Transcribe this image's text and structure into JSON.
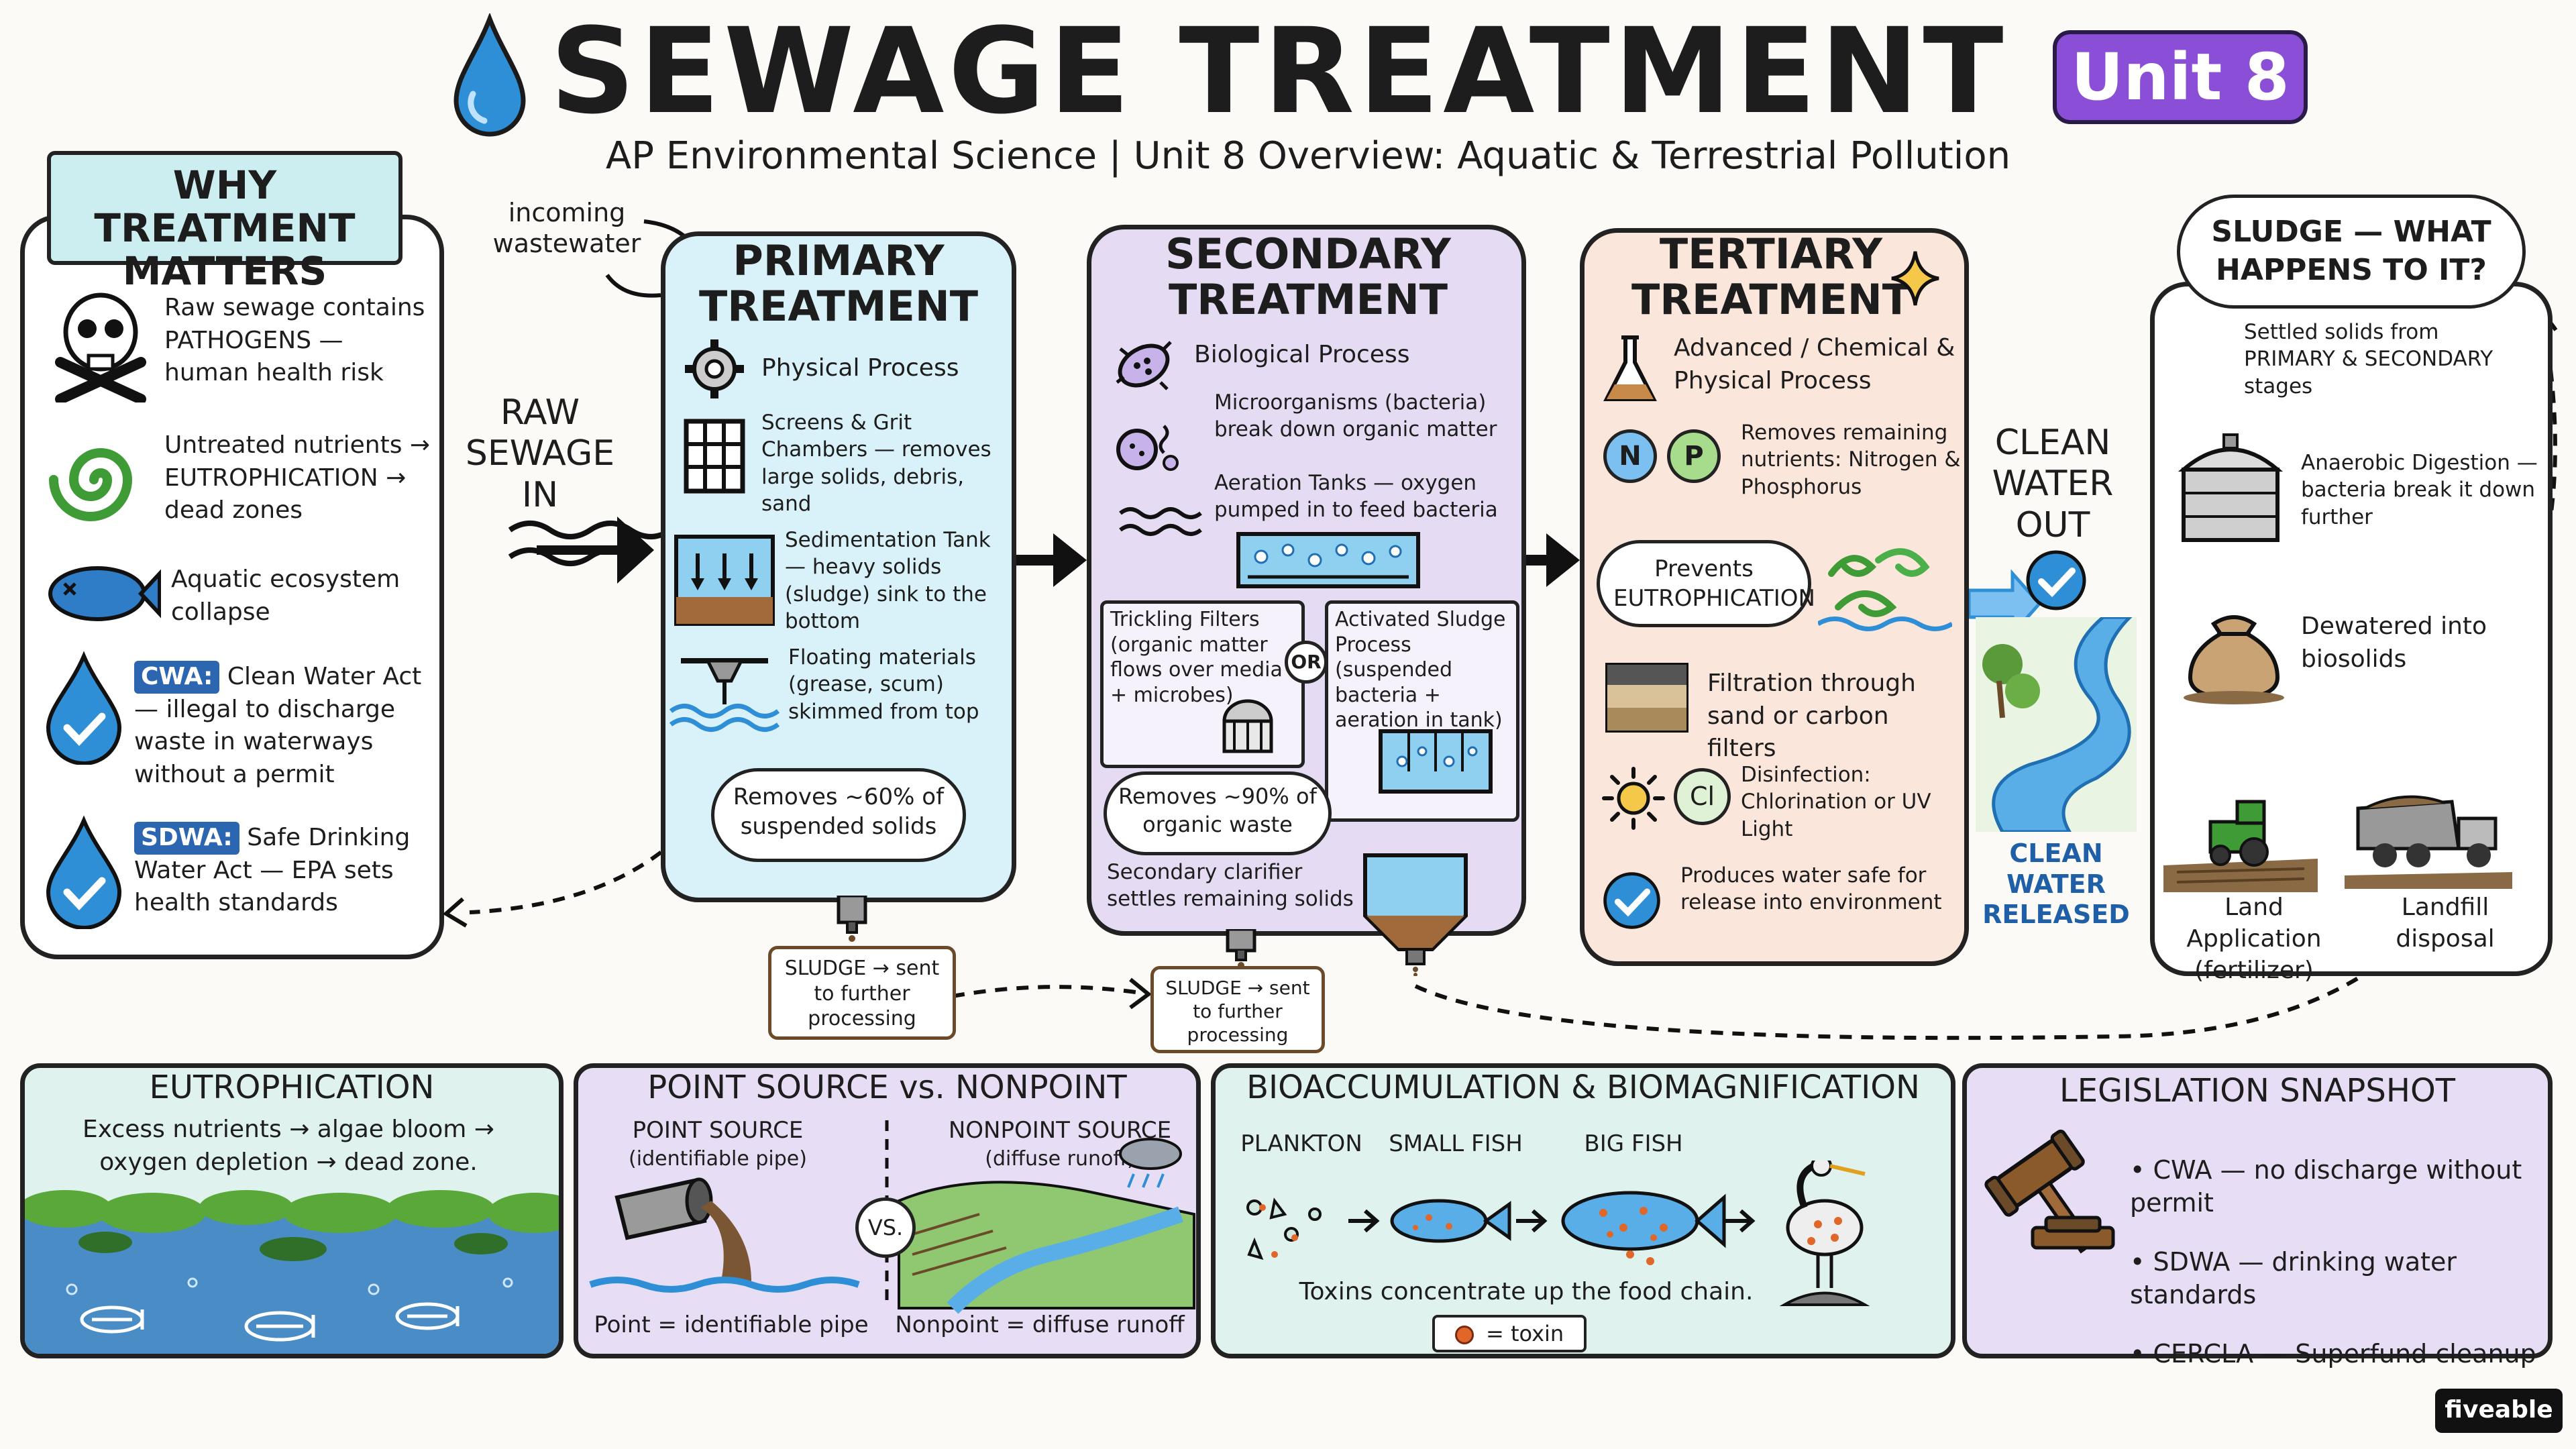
{
  "header": {
    "title": "SEWAGE TREATMENT",
    "badge": "Unit 8",
    "subtitle": "AP Environmental Science | Unit 8 Overview: Aquatic & Terrestrial Pollution"
  },
  "why": {
    "title": "WHY TREATMENT MATTERS",
    "items": [
      "Raw sewage contains PATHOGENS — human health risk",
      "Untreated nutrients → EUTROPHICATION → dead zones",
      "Aquatic ecosystem collapse"
    ],
    "cwa_tag": "CWA:",
    "cwa_text": "Clean Water Act — illegal to discharge waste in waterways without a permit",
    "sdwa_tag": "SDWA:",
    "sdwa_text": "Safe Drinking Water Act — EPA sets health standards"
  },
  "flow": {
    "incoming": "incoming wastewater",
    "raw_in": "RAW SEWAGE IN",
    "clean_out": "CLEAN WATER OUT",
    "clean_released": "CLEAN WATER RELEASED"
  },
  "primary": {
    "title": "PRIMARY TREATMENT",
    "process": "Physical Process",
    "screens": "Screens & Grit Chambers — removes large solids, debris, sand",
    "sedimentation": "Sedimentation Tank — heavy solids (sludge) sink to the bottom",
    "floating": "Floating materials (grease, scum) skimmed from top",
    "removes": "Removes ~60% of suspended solids",
    "sludge_box": "SLUDGE → sent to further processing"
  },
  "secondary": {
    "title": "SECONDARY TREATMENT",
    "process": "Biological Process",
    "microbes": "Microorganisms (bacteria) break down organic matter",
    "aeration": "Aeration Tanks — oxygen pumped in to feed bacteria",
    "trickling": "Trickling Filters (organic matter flows over media + microbes)",
    "or": "OR",
    "activated": "Activated Sludge Process (suspended bacteria + aeration in tank)",
    "removes": "Removes ~90% of organic waste",
    "clarifier": "Secondary clarifier settles remaining solids",
    "sludge_box": "SLUDGE → sent to further processing"
  },
  "tertiary": {
    "title": "TERTIARY TREATMENT",
    "process": "Advanced / Chemical & Physical Process",
    "n_label": "N",
    "p_label": "P",
    "nutrients": "Removes remaining nutrients: Nitrogen & Phosphorus",
    "prevents": "Prevents EUTROPHICATION",
    "filtration": "Filtration through sand or carbon filters",
    "cl_label": "Cl",
    "disinfection": "Disinfection: Chlorination or UV Light",
    "safe": "Produces water safe for release into environment"
  },
  "sludge": {
    "title": "SLUDGE — WHAT HAPPENS TO IT?",
    "settled": "Settled solids from PRIMARY & SECONDARY stages",
    "anaerobic": "Anaerobic Digestion — bacteria break it down further",
    "dewatered": "Dewatered into biosolids",
    "land": "Land Application (fertilizer)",
    "landfill": "Landfill disposal"
  },
  "eutro": {
    "title": "EUTROPHICATION",
    "text": "Excess nutrients → algae bloom → oxygen depletion → dead zone."
  },
  "point": {
    "title": "POINT SOURCE vs. NONPOINT",
    "ps_title": "POINT SOURCE",
    "ps_sub": "(identifiable pipe)",
    "nps_title": "NONPOINT SOURCE",
    "nps_sub": "(diffuse runoff)",
    "vs": "VS.",
    "footer_left": "Point = identifiable pipe",
    "footer_right": "Nonpoint = diffuse runoff"
  },
  "bio": {
    "title": "BIOACCUMULATION & BIOMAGNIFICATION",
    "plankton": "PLANKTON",
    "small": "SMALL FISH",
    "big": "BIG FISH",
    "text": "Toxins concentrate up the food chain.",
    "legend": "= toxin"
  },
  "legis": {
    "title": "LEGISLATION SNAPSHOT",
    "items": [
      "CWA — no discharge without permit",
      "SDWA — drinking water standards",
      "CERCLA — Superfund cleanup"
    ]
  },
  "brand": "fiveable",
  "colors": {
    "primary_bg": "#d9f1f8",
    "secondary_bg": "#e5dcf4",
    "tertiary_bg": "#fbe6dc",
    "badge": "#8a4fd6",
    "water": "#2e8fd6"
  }
}
